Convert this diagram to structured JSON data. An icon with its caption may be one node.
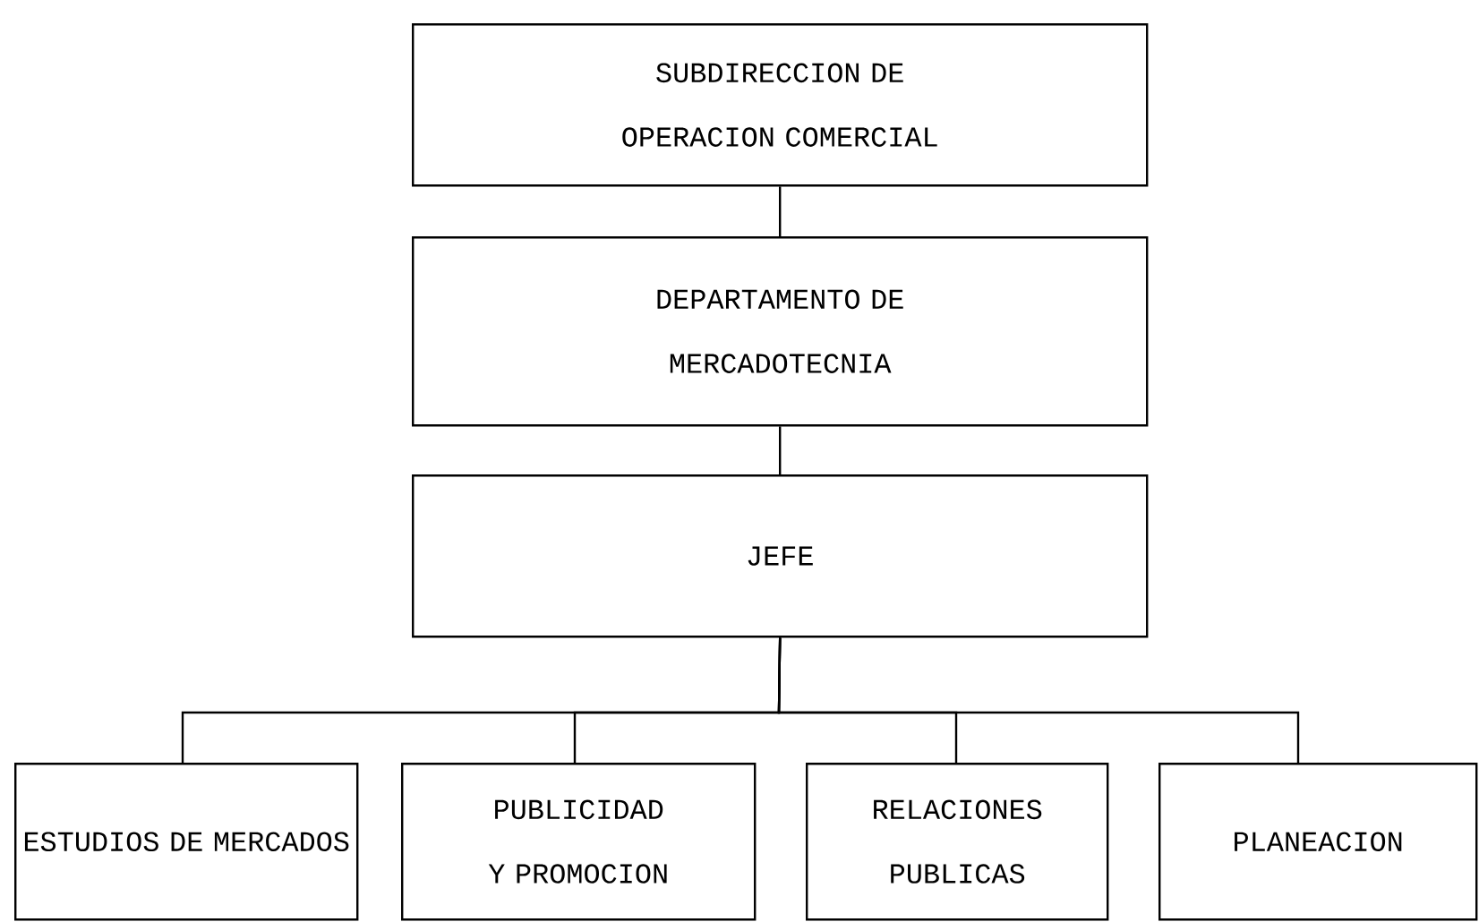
{
  "diagram": {
    "nodes": [
      {
        "text": [
          "SUBDIRECCION DE OPERACION COMERCIAL"
        ]
      },
      {
        "text": [
          "DEPARTAMENTO DE MERCADOTECNIA"
        ]
      },
      {
        "text": [
          "JEFE"
        ]
      },
      {
        "text": [
          "ESTUDIOS DE MERCADOS"
        ]
      },
      {
        "text": [
          "PUBLICIDAD Y PROMOCION"
        ]
      },
      {
        "text": [
          "RELACIONES PUBLICAS"
        ]
      },
      {
        "text": [
          "PLANEACION"
        ]
      }
    ],
    "edges": [
      {
        "from": 0,
        "to": 1,
        "arrow": "none"
      },
      {
        "from": 1,
        "to": 2,
        "arrow": "none"
      },
      {
        "from": 2,
        "to": 3,
        "arrow": "none"
      },
      {
        "from": 2,
        "to": 4,
        "arrow": "none"
      },
      {
        "from": 2,
        "to": 5,
        "arrow": "none"
      },
      {
        "from": 2,
        "to": 6,
        "arrow": "none"
      }
    ]
  }
}
